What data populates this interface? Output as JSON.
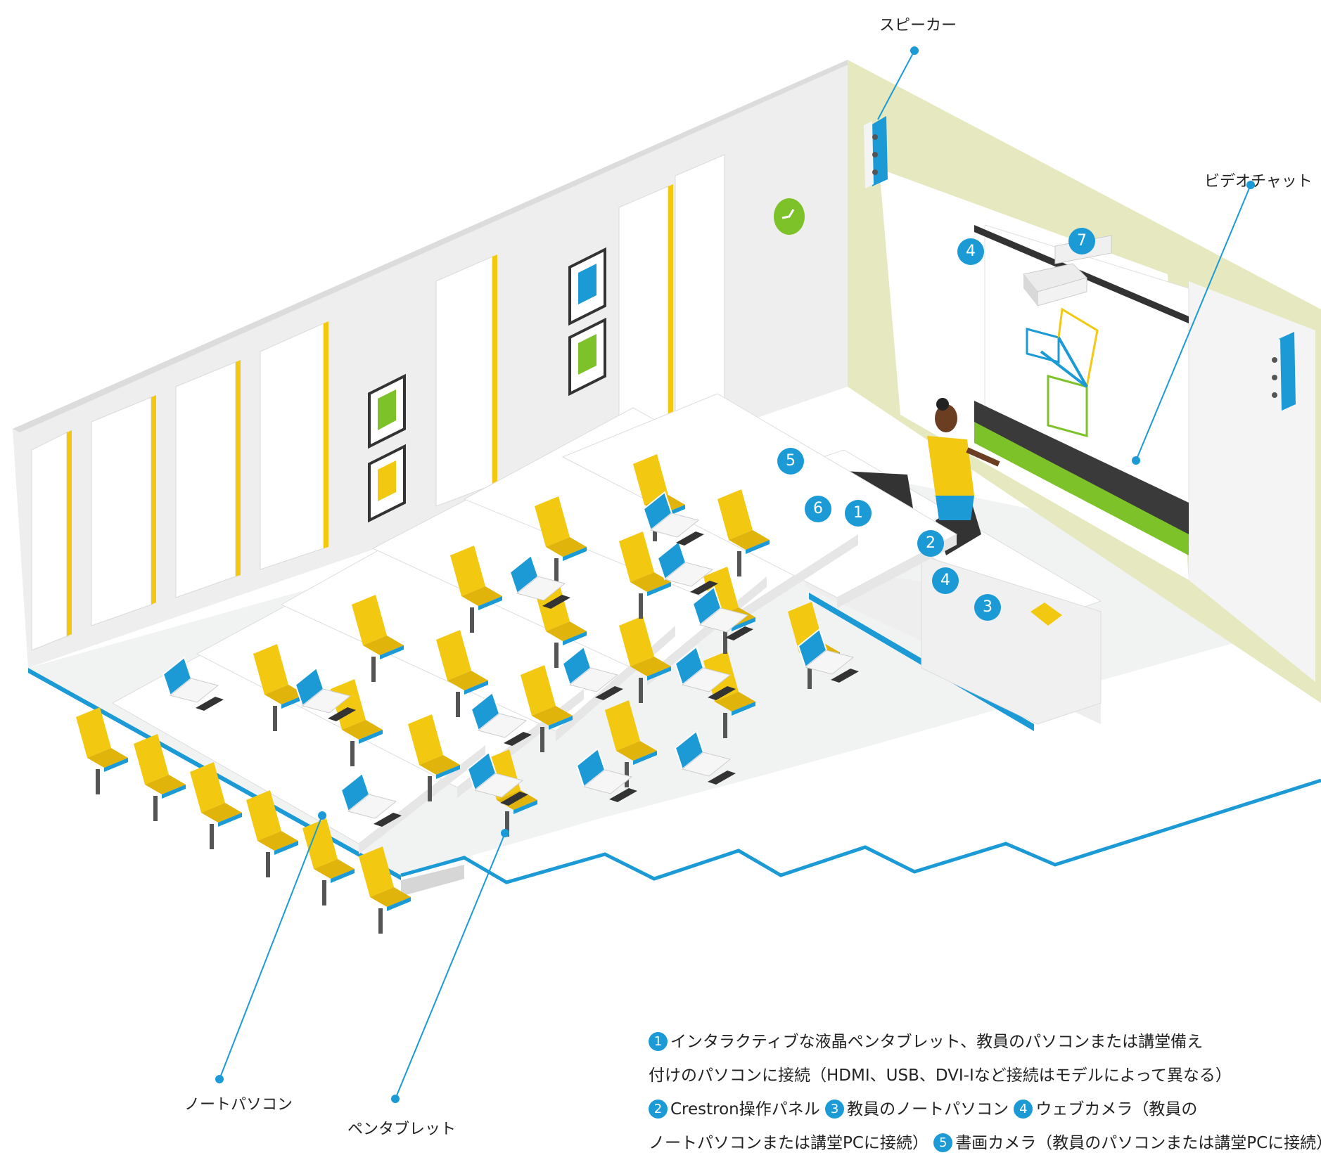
{
  "labels": {
    "speaker": "スピーカー",
    "video_chat": "ビデオチャット",
    "laptop": "ノートパソコン",
    "pen_tablet": "ペンタブレット"
  },
  "markers": [
    "1",
    "2",
    "3",
    "4",
    "5",
    "6",
    "7"
  ],
  "legend": {
    "line1_num": "1",
    "line1_text": "インタラクティブな液晶ペンタブレット、教員のパソコンまたは講堂備え",
    "line2_text": "付けのパソコンに接続（HDMI、USB、DVI-Iなど接続はモデルによって異なる）",
    "line3_num_a": "2",
    "line3_text_a": "Crestron操作パネル",
    "line3_num_b": "3",
    "line3_text_b": "教員のノートパソコン",
    "line3_num_c": "4",
    "line3_text_c": "ウェブカメラ（教員の",
    "line4_text_a": "ノートパソコンまたは講堂PCに接続）",
    "line4_num": "5",
    "line4_text_b": "書画カメラ（教員のパソコンまたは講堂PCに接続）"
  },
  "colors": {
    "accent_blue": "#1b9ad6",
    "seat_yellow": "#f2c811",
    "wall_green": "#e6e8bf",
    "clock_green": "#7dc229",
    "floor": "#f1f2f2"
  }
}
